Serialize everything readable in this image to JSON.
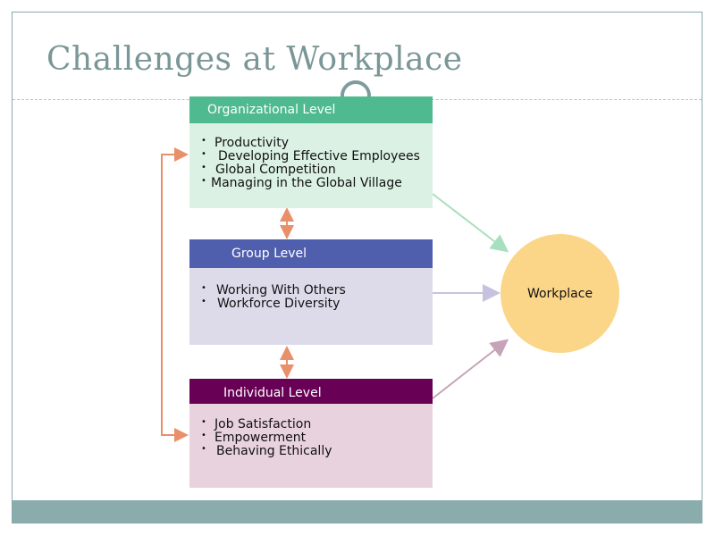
{
  "title": "Challenges at Workplace",
  "levels": {
    "organizational": {
      "heading": "Organizational Level",
      "items": [
        "Productivity",
        "Developing Effective Employees",
        "Global Competition",
        "Managing in the Global Village"
      ]
    },
    "group": {
      "heading": "Group Level",
      "items": [
        "Working With Others",
        "Workforce Diversity"
      ]
    },
    "individual": {
      "heading": "Individual Level",
      "items": [
        "Job Satisfaction",
        "Empowerment",
        "Behaving Ethically"
      ]
    }
  },
  "target": "Workplace",
  "colors": {
    "title": "#7a9696",
    "organizational_header": "#4fb98f",
    "organizational_body": "#dbf1e4",
    "group_header": "#4f5fae",
    "group_body": "#dddbea",
    "individual_header": "#680055",
    "individual_body": "#e8d2de",
    "workplace": "#fbd588",
    "connector_arrows": "#e8906a",
    "footer": "#8bacac"
  }
}
